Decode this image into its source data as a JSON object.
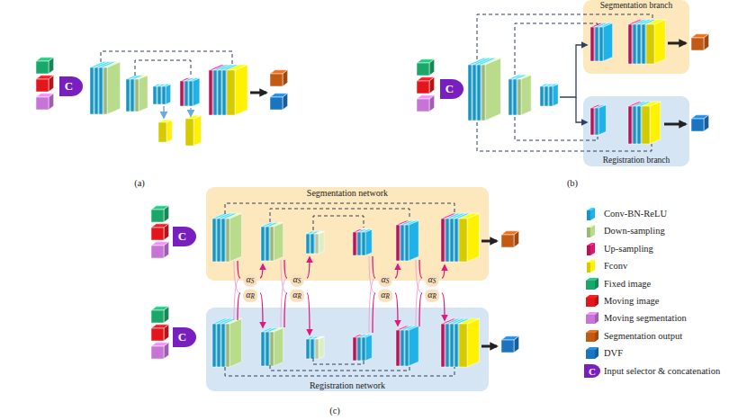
{
  "diagram": {
    "nodes": [
      {
        "text": [
          "C"
        ]
      },
      {
        "text": [
          "C"
        ]
      },
      {
        "text": [
          "Segmentation branch"
        ]
      },
      {
        "text": [
          "Registration branch"
        ]
      },
      {
        "text": [
          "Segmentation network"
        ]
      },
      {
        "text": [
          "C"
        ]
      },
      {
        "text": [
          "C"
        ]
      },
      {
        "text": [
          "Registration network"
        ]
      }
    ],
    "labels": [
      "(a)",
      "(b)",
      "αS",
      "αR",
      "αS",
      "αR",
      "αS",
      "αR",
      "αS",
      "αR",
      "(c)",
      "C"
    ],
    "legend": [
      {
        "text": "Conv-BN-ReLU",
        "color": "#1fb2e8"
      },
      {
        "text": "Down-sampling",
        "color": "#b9db8c"
      },
      {
        "text": "Up-sampling",
        "color": "#d41a6c"
      },
      {
        "text": "Fconv",
        "color": "#fff200"
      },
      {
        "text": "Fixed image",
        "color": "#1aa86a"
      },
      {
        "text": "Moving image",
        "color": "#e3161c"
      },
      {
        "text": "Moving segmentation",
        "color": "#c774d9"
      },
      {
        "text": "Segmentation output",
        "color": "#c35a14"
      },
      {
        "text": "DVF",
        "color": "#1a74c0"
      },
      {
        "text": "Input selector & concatenation",
        "color": "#7a1fbf"
      }
    ]
  }
}
